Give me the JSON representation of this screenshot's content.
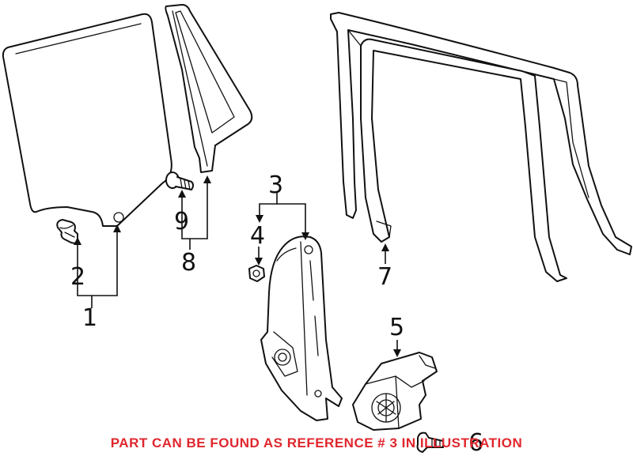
{
  "callouts": {
    "c1": "1",
    "c2": "2",
    "c3": "3",
    "c4": "4",
    "c5": "5",
    "c6": "6",
    "c7": "7",
    "c8": "8",
    "c9": "9"
  },
  "footer": {
    "note": "PART CAN BE FOUND AS REFERENCE # 3 IN ILLUSTRATION",
    "color": "#e0262d"
  },
  "colors": {
    "ink": "#111111",
    "paper": "#ffffff"
  }
}
